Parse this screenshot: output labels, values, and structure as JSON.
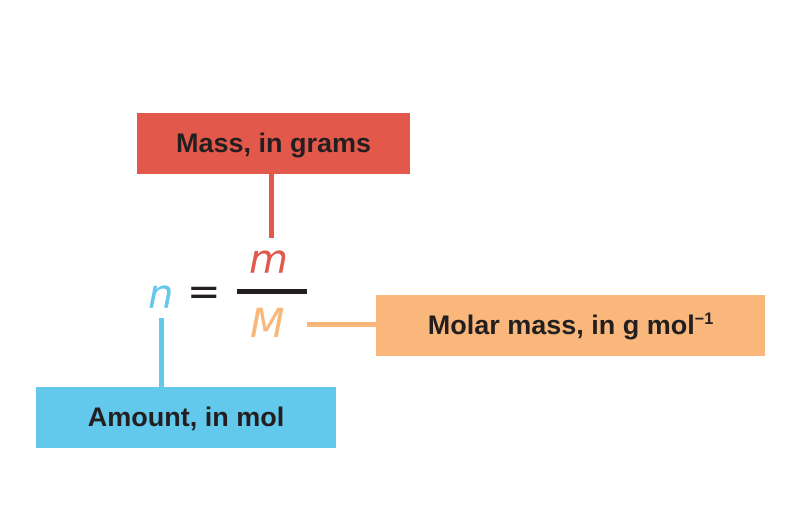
{
  "equation": {
    "amount_symbol": "n",
    "equals": "=",
    "numerator": "m",
    "denominator": "M"
  },
  "labels": {
    "mass": "Mass, in grams",
    "molar_mass_base": "Molar mass, in g mol",
    "molar_mass_exponent": "−1",
    "amount": "Amount, in mol"
  },
  "colors": {
    "mass": "#e2584a",
    "molar_mass": "#f9b77b",
    "amount": "#62c9ed",
    "text": "#231f20"
  }
}
